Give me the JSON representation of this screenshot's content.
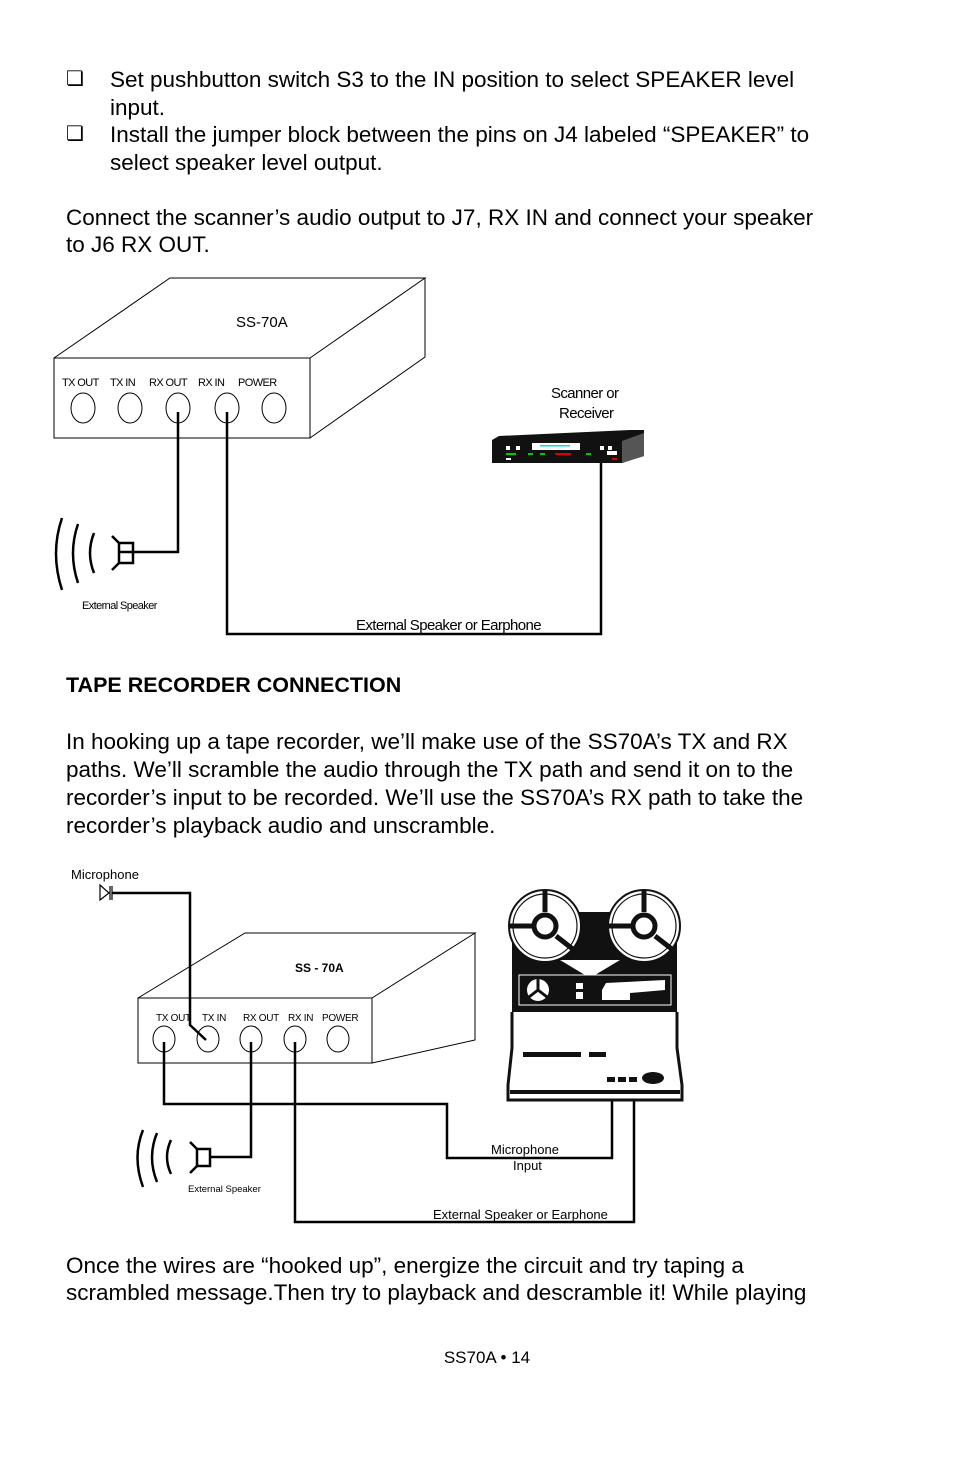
{
  "bullets": [
    {
      "icon": "checkbox-icon",
      "lines": [
        "Set pushbutton switch S3 to the IN position to select SPEAKER level",
        "input."
      ]
    },
    {
      "icon": "checkbox-icon",
      "lines": [
        "Install the jumper block between the pins on J4 labeled “SPEAKER” to",
        "select speaker level output."
      ]
    }
  ],
  "para1": [
    "Connect the scanner’s audio output to J7, RX IN and connect your speaker",
    "to J6 RX OUT."
  ],
  "diagram1": {
    "unit_label": "SS-70A",
    "jacks": [
      "TX OUT",
      "TX IN",
      "RX OUT",
      "RX IN",
      "POWER"
    ],
    "scanner_label": [
      "Scanner or",
      "Receiver"
    ],
    "speaker_label": "External Speaker",
    "cable_label": "External Speaker or Earphone"
  },
  "heading": "TAPE RECORDER CONNECTION",
  "para2": [
    "In hooking up a tape recorder, we’ll make use of the SS70A’s TX and RX",
    "paths. We’ll scramble the audio through the TX path and send it on to the",
    "recorder’s input to be recorded. We’ll use the SS70A’s RX path to take the",
    "recorder’s playback audio and unscramble."
  ],
  "diagram2": {
    "mic_label": "Microphone",
    "unit_label": "SS - 70A",
    "jacks": [
      "TX OUT",
      "TX IN",
      "RX OUT",
      "RX IN",
      "POWER"
    ],
    "speaker_label": "External Speaker",
    "mic_input_label": [
      "Microphone",
      "Input"
    ],
    "cable_label": "External Speaker or Earphone"
  },
  "para3": [
    "Once the wires are “hooked up”, energize the circuit and try taping a",
    "scrambled message.Then try to playback and descramble it! While playing"
  ],
  "footer": "SS70A • 14"
}
